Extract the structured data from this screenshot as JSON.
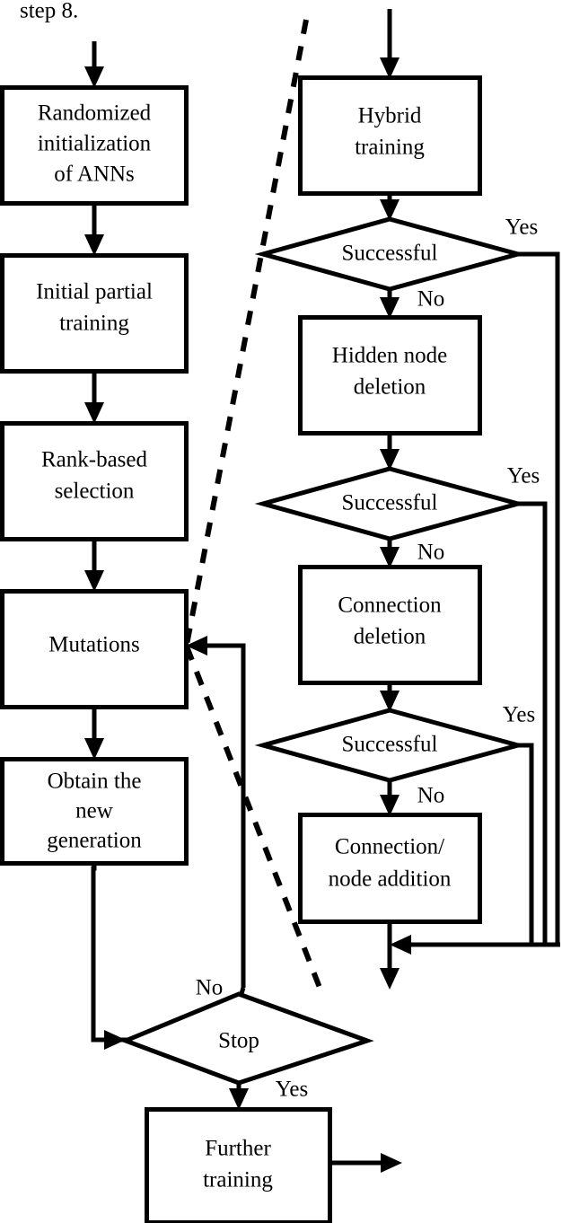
{
  "diagram": {
    "title_fragment": "step 8.",
    "type": "flowchart",
    "colors": {
      "stroke": "#000000",
      "fill": "#ffffff",
      "background": "#ffffff"
    },
    "left_column": {
      "nodes": [
        {
          "id": "randomized-initialization",
          "shape": "process",
          "lines": [
            "Randomized",
            "initialization",
            "of ANNs"
          ]
        },
        {
          "id": "initial-partial-training",
          "shape": "process",
          "lines": [
            "Initial partial",
            "training"
          ]
        },
        {
          "id": "rank-based-selection",
          "shape": "process",
          "lines": [
            "Rank-based",
            "selection"
          ]
        },
        {
          "id": "mutations",
          "shape": "process",
          "lines": [
            "Mutations"
          ]
        },
        {
          "id": "obtain-new-generation",
          "shape": "process",
          "lines": [
            "Obtain the",
            "new",
            "generation"
          ]
        }
      ]
    },
    "right_column": {
      "nodes": [
        {
          "id": "hybrid-training",
          "shape": "process",
          "lines": [
            "Hybrid",
            "training"
          ]
        },
        {
          "id": "successful-1",
          "shape": "decision",
          "lines": [
            "Successful"
          ]
        },
        {
          "id": "hidden-node-deletion",
          "shape": "process",
          "lines": [
            "Hidden node",
            "deletion"
          ]
        },
        {
          "id": "successful-2",
          "shape": "decision",
          "lines": [
            "Successful"
          ]
        },
        {
          "id": "connection-deletion",
          "shape": "process",
          "lines": [
            "Connection",
            "deletion"
          ]
        },
        {
          "id": "successful-3",
          "shape": "decision",
          "lines": [
            "Successful"
          ]
        },
        {
          "id": "connection-node-addition",
          "shape": "process",
          "lines": [
            "Connection/",
            "node addition"
          ]
        }
      ]
    },
    "bottom": {
      "nodes": [
        {
          "id": "stop",
          "shape": "decision",
          "lines": [
            "Stop"
          ]
        },
        {
          "id": "further-training",
          "shape": "process",
          "lines": [
            "Further",
            "training"
          ]
        }
      ]
    },
    "edge_labels": {
      "yes_1": "Yes",
      "no_1": "No",
      "yes_2": "Yes",
      "no_2": "No",
      "yes_3": "Yes",
      "no_3": "No",
      "stop_no": "No",
      "stop_yes": "Yes"
    }
  }
}
